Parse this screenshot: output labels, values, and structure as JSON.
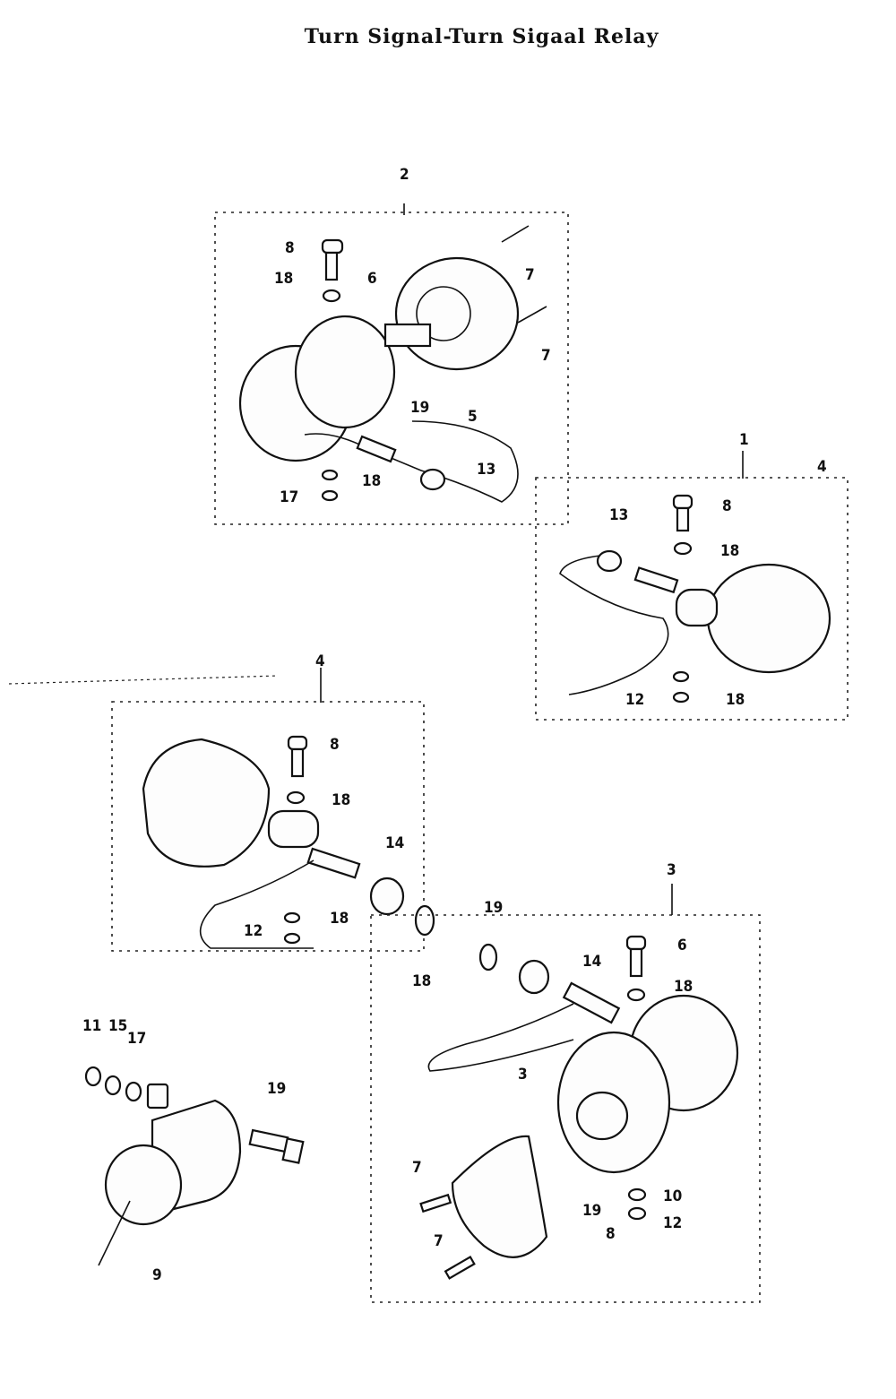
{
  "title": "Turn Signal-Turn Sigaal Relay",
  "callouts": [
    "2",
    "8",
    "18",
    "6",
    "7",
    "7",
    "19",
    "5",
    "13",
    "17",
    "18",
    "1",
    "4",
    "13",
    "8",
    "18",
    "12",
    "18",
    "4",
    "8",
    "18",
    "14",
    "12",
    "18",
    "3",
    "19",
    "14",
    "6",
    "18",
    "18",
    "3",
    "7",
    "19",
    "8",
    "10",
    "12",
    "7",
    "11",
    "15",
    "17",
    "19",
    "9"
  ]
}
